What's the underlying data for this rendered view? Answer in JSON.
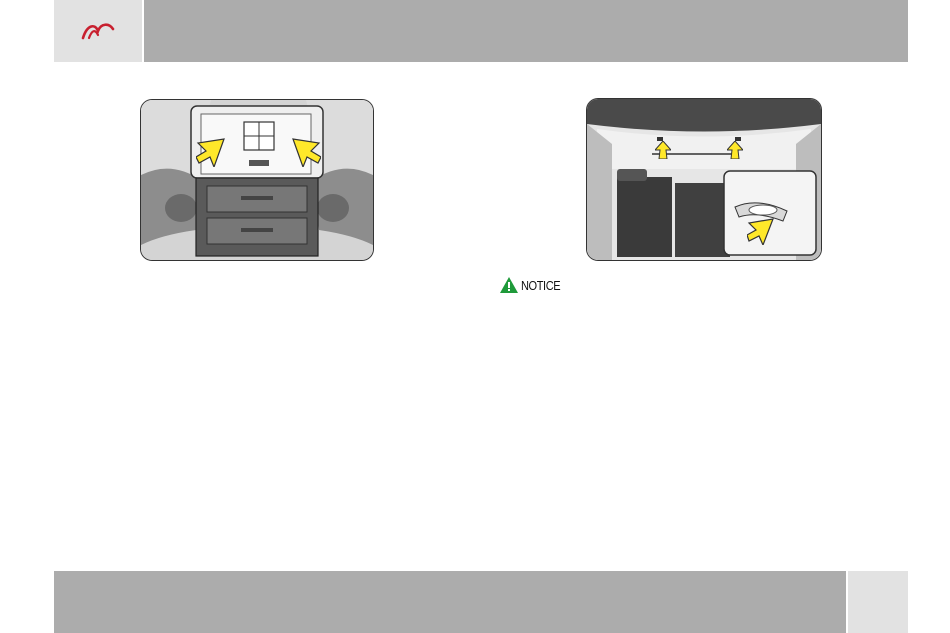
{
  "header": {
    "logo_icon": "mahindra-logo-icon",
    "brand_color": "#c8202f"
  },
  "figures": {
    "left": {
      "subject": "overhead-console-lamps",
      "icon": "arrow-icon",
      "arrow_color": "#ffe82a"
    },
    "right": {
      "subject": "cargo-area-lamps",
      "icon": "arrow-icon",
      "arrow_color": "#ffe82a"
    }
  },
  "notice": {
    "icon": "warning-triangle-icon",
    "icon_color": "#1f9a3a",
    "label": "NOTICE"
  }
}
